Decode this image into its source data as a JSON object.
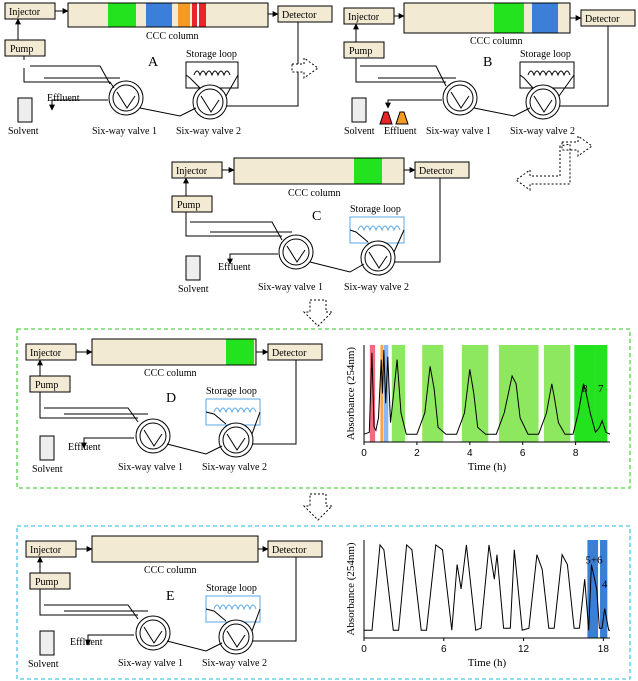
{
  "labels": {
    "injector": "Injector",
    "pump": "Pump",
    "column": "CCC column",
    "detector": "Detector",
    "storage_loop": "Storage loop",
    "solvent": "Solvent",
    "effluent": "Effluent",
    "valve1": "Six-way valve 1",
    "valve2": "Six-way valve 2"
  },
  "panels": {
    "A": "A",
    "B": "B",
    "C": "C",
    "D": "D",
    "E": "E"
  },
  "colors": {
    "column_fill": "#f3ead3",
    "green": "#22e31d",
    "blue": "#3b7fd9",
    "orange": "#f59a23",
    "red": "#e8262a",
    "loop_blue": "#5aa9e6",
    "frame_D": "#59d34a",
    "frame_E": "#4cc6e6",
    "band_green": "#8ee85f",
    "band_blue": "#3a7fd6"
  },
  "chart_data": [
    {
      "type": "line",
      "panel": "D",
      "xlabel": "Time (h)",
      "ylabel": "Absorbance (254nm)",
      "xlim": [
        0,
        9.3
      ],
      "xticks": [
        0,
        2,
        4,
        6,
        8
      ],
      "peak_labels": [
        {
          "text": "8",
          "x": 8.35
        },
        {
          "text": "7",
          "x": 8.95
        }
      ],
      "bands": [
        {
          "x0": 0.22,
          "x1": 0.42,
          "color": "#f36a7e"
        },
        {
          "x0": 0.62,
          "x1": 0.72,
          "color": "#f6a54a"
        },
        {
          "x0": 0.74,
          "x1": 0.92,
          "color": "#8ab8f2"
        },
        {
          "x0": 1.05,
          "x1": 1.55,
          "color": "#8ee85f"
        },
        {
          "x0": 2.2,
          "x1": 3.0,
          "color": "#8ee85f"
        },
        {
          "x0": 3.7,
          "x1": 4.7,
          "color": "#8ee85f"
        },
        {
          "x0": 5.1,
          "x1": 6.6,
          "color": "#8ee85f"
        },
        {
          "x0": 6.8,
          "x1": 7.8,
          "color": "#8ee85f"
        },
        {
          "x0": 7.95,
          "x1": 8.75,
          "color": "#22e31d"
        },
        {
          "x0": 8.75,
          "x1": 9.2,
          "color": "#22e31d"
        }
      ],
      "series": [
        {
          "x": [
            0.0,
            0.2,
            0.3,
            0.38,
            0.45,
            0.55,
            0.65,
            0.7,
            0.75,
            0.82,
            0.9,
            1.0,
            1.1,
            1.25,
            1.4,
            1.6,
            2.0,
            2.3,
            2.5,
            2.65,
            2.8,
            3.1,
            3.5,
            3.8,
            4.0,
            4.15,
            4.3,
            4.6,
            5.0,
            5.3,
            5.6,
            5.75,
            5.9,
            6.2,
            6.6,
            6.9,
            7.1,
            7.2,
            7.35,
            7.6,
            7.9,
            8.1,
            8.3,
            8.4,
            8.55,
            8.75,
            8.9,
            9.0,
            9.15,
            9.3
          ],
          "y": [
            0.08,
            0.1,
            0.92,
            0.15,
            0.12,
            0.25,
            0.85,
            0.5,
            0.95,
            0.4,
            0.88,
            0.2,
            0.45,
            0.85,
            0.3,
            0.08,
            0.08,
            0.3,
            0.78,
            0.55,
            0.15,
            0.08,
            0.08,
            0.3,
            0.75,
            0.5,
            0.15,
            0.08,
            0.08,
            0.3,
            0.68,
            0.6,
            0.25,
            0.08,
            0.08,
            0.3,
            0.6,
            0.45,
            0.2,
            0.08,
            0.08,
            0.3,
            0.6,
            0.5,
            0.3,
            0.1,
            0.15,
            0.22,
            0.1,
            0.08
          ]
        }
      ]
    },
    {
      "type": "line",
      "panel": "E",
      "xlabel": "Time (h)",
      "ylabel": "Absorbance (254nm)",
      "xlim": [
        0,
        18.5
      ],
      "xticks": [
        0,
        6,
        12,
        18
      ],
      "peak_labels": [
        {
          "text": "5+6",
          "x": 17.3
        },
        {
          "text": "4",
          "x": 18.1
        }
      ],
      "bands": [
        {
          "x0": 16.8,
          "x1": 17.6,
          "color": "#3a7fd6"
        },
        {
          "x0": 17.75,
          "x1": 18.3,
          "color": "#3a7fd6"
        }
      ],
      "series": [
        {
          "x": [
            0.0,
            0.6,
            1.2,
            1.5,
            2.2,
            2.6,
            3.2,
            3.6,
            4.3,
            4.7,
            5.4,
            5.9,
            6.6,
            7.0,
            7.3,
            7.7,
            8.4,
            8.8,
            9.4,
            9.8,
            10.0,
            10.5,
            11.0,
            11.3,
            11.9,
            12.4,
            13.0,
            13.4,
            13.9,
            14.3,
            14.9,
            15.3,
            15.8,
            16.2,
            16.6,
            16.9,
            17.1,
            17.5,
            17.7,
            17.9,
            18.1,
            18.4,
            18.5
          ],
          "y": [
            0.08,
            0.08,
            0.95,
            0.9,
            0.08,
            0.08,
            0.95,
            0.9,
            0.08,
            0.08,
            0.95,
            0.9,
            0.08,
            0.75,
            0.5,
            0.95,
            0.08,
            0.1,
            0.95,
            0.6,
            0.85,
            0.1,
            0.1,
            0.9,
            0.08,
            0.1,
            0.85,
            0.7,
            0.1,
            0.1,
            0.85,
            0.75,
            0.1,
            0.1,
            0.6,
            0.08,
            0.75,
            0.5,
            0.1,
            0.1,
            0.3,
            0.08,
            0.08
          ]
        }
      ]
    }
  ]
}
